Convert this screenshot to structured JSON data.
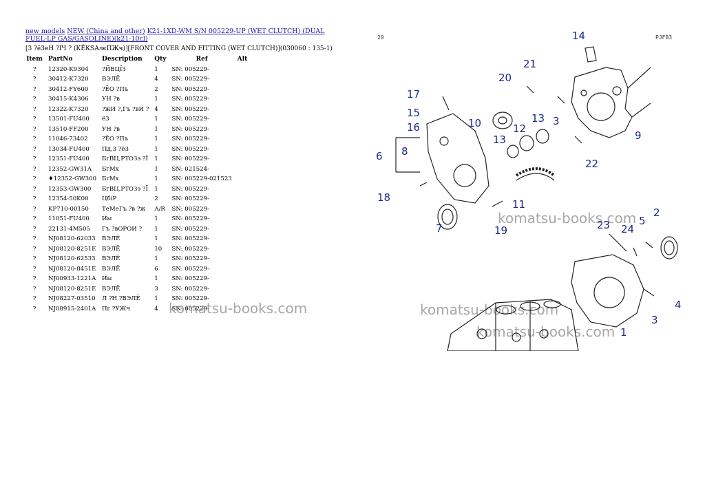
{
  "breadcrumb": {
    "link1": "new models",
    "link2": "NEW (China and other)",
    "link3": "K21-1XD-WM S/N 005229-UP (WET CLUTCH) (DUAL FUEL-LP GAS/GASOLINE)(k21-10cl)"
  },
  "section_heading": "[3 ?ё3еН ?IЧ ? (КЁКЅАлєПЖч)][FRONT COVER AND FITTING (WET CLUTCH)](030060 : 135-1)",
  "table": {
    "headers": [
      "Item",
      "PartNo",
      "Description",
      "Qty",
      "Ref",
      "Alt"
    ],
    "rows": [
      [
        "?",
        "12320-K9304",
        "?ЙВЦЇЗ",
        "1",
        "SN: 005229-",
        ""
      ],
      [
        "?",
        "30412-K7320",
        "ВЭЛЁ",
        "4",
        "SN: 005229-",
        ""
      ],
      [
        "?",
        "30412-FY600",
        "?ЁО ?Пъ",
        "2",
        "SN: 005229-",
        ""
      ],
      [
        "?",
        "30415-K4306",
        "УН ?в",
        "1",
        "SN: 005229-",
        ""
      ],
      [
        "?",
        "12322-K7320",
        "?жИ ?,Гъ ?вИ ?",
        "4",
        "SN: 005229-",
        ""
      ],
      [
        "?",
        "13501-FU400",
        "ё3",
        "1",
        "SN: 005229-",
        ""
      ],
      [
        "?",
        "13510-FF200",
        "УН ?в",
        "1",
        "SN: 005229-",
        ""
      ],
      [
        "?",
        "11046-73402",
        "?ЁО ?Пъ",
        "1",
        "SN: 005229-",
        ""
      ],
      [
        "?",
        "13034-FU400",
        "Пд,3 ?ё3",
        "1",
        "SN: 005229-",
        ""
      ],
      [
        "?",
        "12351-FU400",
        "БгВЦ,РТОЗэ ?Ї",
        "1",
        "SN: 005229-",
        ""
      ],
      [
        "?",
        "12352-GW31A",
        "БгМх",
        "1",
        "SN: 021524-",
        ""
      ],
      [
        "?",
        "♦12352-GW300",
        "БгМх",
        "1",
        "SN: 005229-021523",
        ""
      ],
      [
        "?",
        "12353-GW300",
        "БгВЦ,РТОЗэ ?Ї",
        "1",
        "SN: 005229-",
        ""
      ],
      [
        "?",
        "12354-50K00",
        "ЦбіР",
        "2",
        "SN: 005229-",
        ""
      ],
      [
        "?",
        "KP710-00150",
        "ТеМеГъ ?в ?ж",
        "A/R",
        "SN: 005229-",
        ""
      ],
      [
        "?",
        "11051-FU400",
        "Иы",
        "1",
        "SN: 005229-",
        ""
      ],
      [
        "?",
        "22131-4M505",
        "Гъ ?вОРОИ ?",
        "1",
        "SN: 005229-",
        ""
      ],
      [
        "?",
        "NJ08120-62033",
        "ВЭЛЁ",
        "1",
        "SN: 005229-",
        ""
      ],
      [
        "?",
        "NJ08120-8251E",
        "ВЭЛЁ",
        "10",
        "SN: 005229-",
        ""
      ],
      [
        "?",
        "NJ08120-62533",
        "ВЭЛЁ",
        "1",
        "SN: 005229-",
        ""
      ],
      [
        "?",
        "NJ08120-8451E",
        "ВЭЛЁ",
        "6",
        "SN: 005229-",
        ""
      ],
      [
        "?",
        "NJ00933-1221A",
        "Иы",
        "1",
        "SN: 005229-",
        ""
      ],
      [
        "?",
        "NJ08120-8251E",
        "ВЭЛЁ",
        "3",
        "SN: 005229-",
        ""
      ],
      [
        "?",
        "NJ08227-03510",
        "Л ?Н ?ВЭЛЁ",
        "1",
        "SN: 005229-",
        ""
      ],
      [
        "?",
        "NJ08915-2401A",
        "Пг ?УЖч",
        "4",
        "SN: 005229-",
        ""
      ]
    ]
  },
  "watermark": "komatsu-books.com",
  "diagram": {
    "page_code_left": "20",
    "page_code_right": "PJF83",
    "callouts": [
      "14",
      "21",
      "20",
      "17",
      "15",
      "16",
      "10",
      "12",
      "13",
      "3",
      "9",
      "13",
      "6",
      "8",
      "22",
      "18",
      "11",
      "7",
      "19",
      "23",
      "24",
      "5",
      "2",
      "1",
      "3",
      "4"
    ]
  },
  "colors": {
    "link": "#1a1aa6",
    "callout": "#1a2a8a",
    "watermark": "#8a8a8a"
  }
}
